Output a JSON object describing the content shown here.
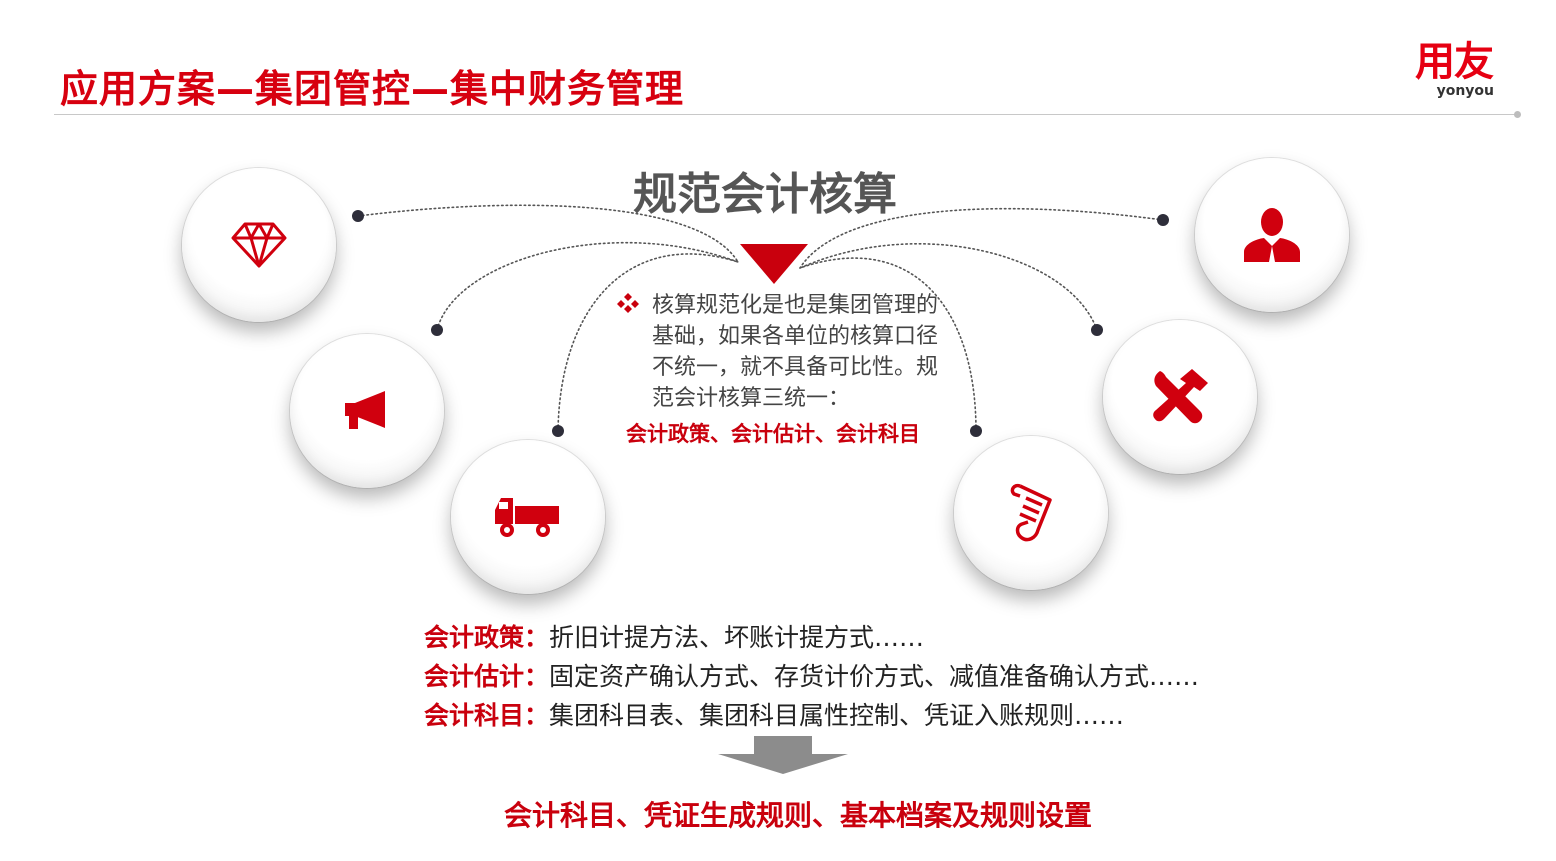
{
  "header": {
    "title": "应用方案—集团管控—集中财务管理",
    "logo_main": "用友",
    "logo_sub": "yonyou"
  },
  "center": {
    "heading": "规范会计核算",
    "paragraph": "核算规范化是也是集团管理的基础，如果各单位的核算口径不统一，就不具备可比性。规范会计核算三统一：",
    "highlight": "会计政策、会计估计、会计科目"
  },
  "icons": [
    {
      "name": "diamond-icon"
    },
    {
      "name": "megaphone-icon"
    },
    {
      "name": "truck-icon"
    },
    {
      "name": "person-icon"
    },
    {
      "name": "tools-icon"
    },
    {
      "name": "document-icon"
    }
  ],
  "definitions": [
    {
      "label": "会计政策：",
      "text": "折旧计提方法、坏账计提方式……"
    },
    {
      "label": "会计估计：",
      "text": "固定资产确认方式、存货计价方式、减值准备确认方式……"
    },
    {
      "label": "会计科目：",
      "text": "集团科目表、集团科目属性控制、凭证入账规则……"
    }
  ],
  "conclusion": "会计科目、凭证生成规则、基本档案及规则设置",
  "colors": {
    "accent": "#c9000d",
    "brand": "#e60012",
    "heading": "#555555",
    "arrow": "#8c8c8c"
  }
}
